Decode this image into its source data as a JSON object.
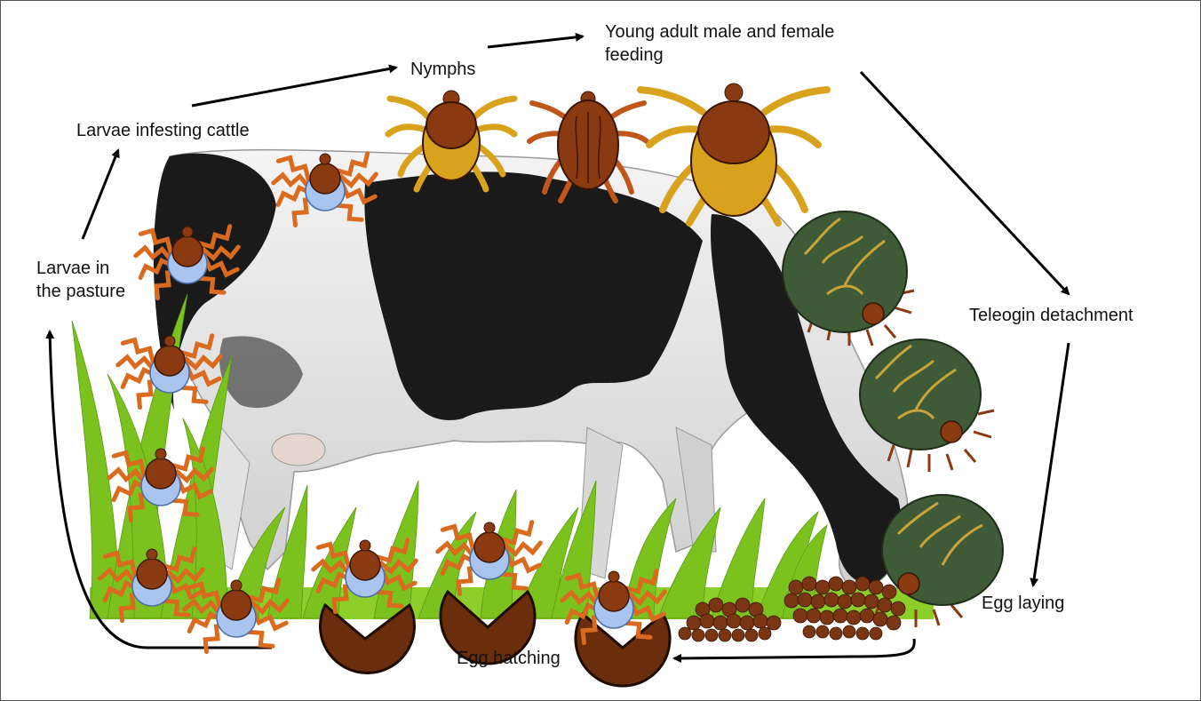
{
  "labels": {
    "larvae_pasture_line1": "Larvae in",
    "larvae_pasture_line2": "the pasture",
    "larvae_infesting": "Larvae infesting cattle",
    "nymphs": "Nymphs",
    "young_adult_line1": "Young adult male and female",
    "young_adult_line2": "feeding",
    "teleogin_detachment": "Teleogin detachment",
    "egg_laying": "Egg laying",
    "egg_hatching": "Egg hatching"
  },
  "colors": {
    "larva_body": "#8a3a10",
    "larva_shield": "#a9c4ee",
    "larva_legs": "#d96a1e",
    "nymph_shield": "#d9a21c",
    "engorged_female": "#3e5a37",
    "egg_shell": "#6b2e0c",
    "grass": "#7cc21e",
    "arrow": "#000000"
  }
}
